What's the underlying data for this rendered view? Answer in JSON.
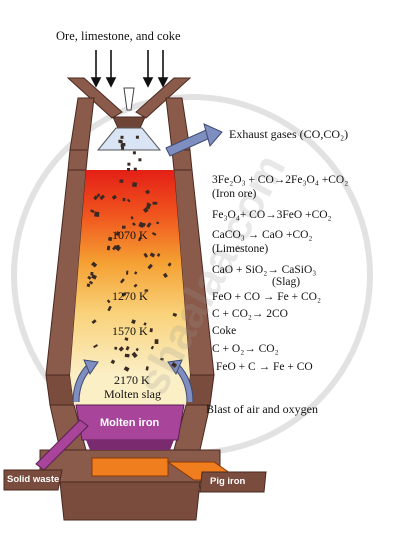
{
  "diagram": {
    "top_label": "Ore, limestone, and coke",
    "exhaust_label": "Exhaust gases (CO,CO₂)",
    "blast_label": "Blast of air and oxygen",
    "temps": {
      "t1": "1070 K",
      "t2": "1270 K",
      "t3": "1570 K",
      "t4": "2170 K"
    },
    "molten_slag": "Molten slag",
    "molten_iron": "Molten iron",
    "solid_waste": "Solid waste",
    "pig_iron": "Pig iron",
    "reactions": {
      "r1": "3Fe₂O₃ + CO→2Fe₃O₄ +CO₂",
      "r1_note": "(Iron ore)",
      "r2": "Fe₃O₄+ CO→3FeO +CO₂",
      "r3": "CaCO₃ → CaO +CO₂",
      "r3_note": "(Limestone)",
      "r4": "CaO + SiO₂→ CaSiO₃",
      "r4_note": "(Slag)",
      "r5": "FeO + CO → Fe + CO₂",
      "r6": "C + CO₂→ 2CO",
      "r6_note": "Coke",
      "r7": "C + O₂→ CO₂",
      "r8": "FeO  +  C → Fe   +  CO"
    },
    "watermark": "shaalaa.com",
    "colors": {
      "wall": "#8a5a4a",
      "wall_dark": "#5a3628",
      "hot": "#e8251a",
      "warm": "#f39a2a",
      "cool": "#fbe9a8",
      "slag": "#a8459b",
      "iron": "#7a2a6e",
      "pig": "#f07e1e",
      "arrow": "#7f8ec0"
    }
  }
}
